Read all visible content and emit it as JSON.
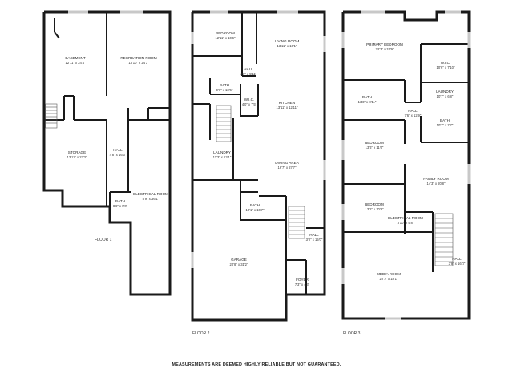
{
  "floors": [
    {
      "label": "FLOOR 1",
      "rooms": [
        {
          "name": "BASEMENT",
          "dims": "12'11\" x 24'4\""
        },
        {
          "name": "RECREATION ROOM",
          "dims": "13'10\" x 24'3\""
        },
        {
          "name": "STORAGE",
          "dims": "13'11\" x 23'3\""
        },
        {
          "name": "HALL",
          "dims": "4'8\" x 16'3\""
        },
        {
          "name": "ELECTRICAL ROOM",
          "dims": "8'9\" x 36'1\""
        },
        {
          "name": "BATH",
          "dims": "8'6\" x 8'0\""
        }
      ]
    },
    {
      "label": "FLOOR 2",
      "rooms": [
        {
          "name": "BEDROOM",
          "dims": "12'11\" x 10'6\""
        },
        {
          "name": "LIVING ROOM",
          "dims": "13'11\" x 16'1\""
        },
        {
          "name": "HALL",
          "dims": "4'0\" x 5'11\""
        },
        {
          "name": "BATH",
          "dims": "9'7\" x 13'6\""
        },
        {
          "name": "W.I.C.",
          "dims": "4'0\" x 7'5\""
        },
        {
          "name": "KITCHEN",
          "dims": "13'11\" x 12'11\""
        },
        {
          "name": "LAUNDRY",
          "dims": "11'3\" x 13'1\""
        },
        {
          "name": "DINING AREA",
          "dims": "16'7\" x 27'7\""
        },
        {
          "name": "BATH",
          "dims": "10'1\" x 10'7\""
        },
        {
          "name": "HALL",
          "dims": "3'0\" x 15'0\""
        },
        {
          "name": "GARAGE",
          "dims": "20'8\" x 31'2\""
        },
        {
          "name": "FOYER",
          "dims": "7'3\" x 4'3\""
        }
      ]
    },
    {
      "label": "FLOOR 3",
      "rooms": [
        {
          "name": "PRIMARY BEDROOM",
          "dims": "28'3\" x 15'9\""
        },
        {
          "name": "W.I.C.",
          "dims": "10'6\" x 7'10\""
        },
        {
          "name": "BATH",
          "dims": "13'6\" x 8'11\""
        },
        {
          "name": "LAUNDRY",
          "dims": "10'7\" x 6'8\""
        },
        {
          "name": "HALL",
          "dims": "7'6\" x 12'9\""
        },
        {
          "name": "BATH",
          "dims": "10'7\" x 7'7\""
        },
        {
          "name": "BEDROOM",
          "dims": "13'6\" x 11'6\""
        },
        {
          "name": "FAMILY ROOM",
          "dims": "14'3\" x 20'8\""
        },
        {
          "name": "BEDROOM",
          "dims": "13'6\" x 10'8\""
        },
        {
          "name": "ELECTRICAL ROOM",
          "dims": "3'10\" x 5'8\""
        },
        {
          "name": "HALL",
          "dims": "3'9\" x 16'3\""
        },
        {
          "name": "MEDIA ROOM",
          "dims": "22'7\" x 18'1\""
        }
      ]
    }
  ],
  "disclaimer": "MEASUREMENTS ARE DEEMED HIGHLY RELIABLE BUT NOT GUARANTEED."
}
